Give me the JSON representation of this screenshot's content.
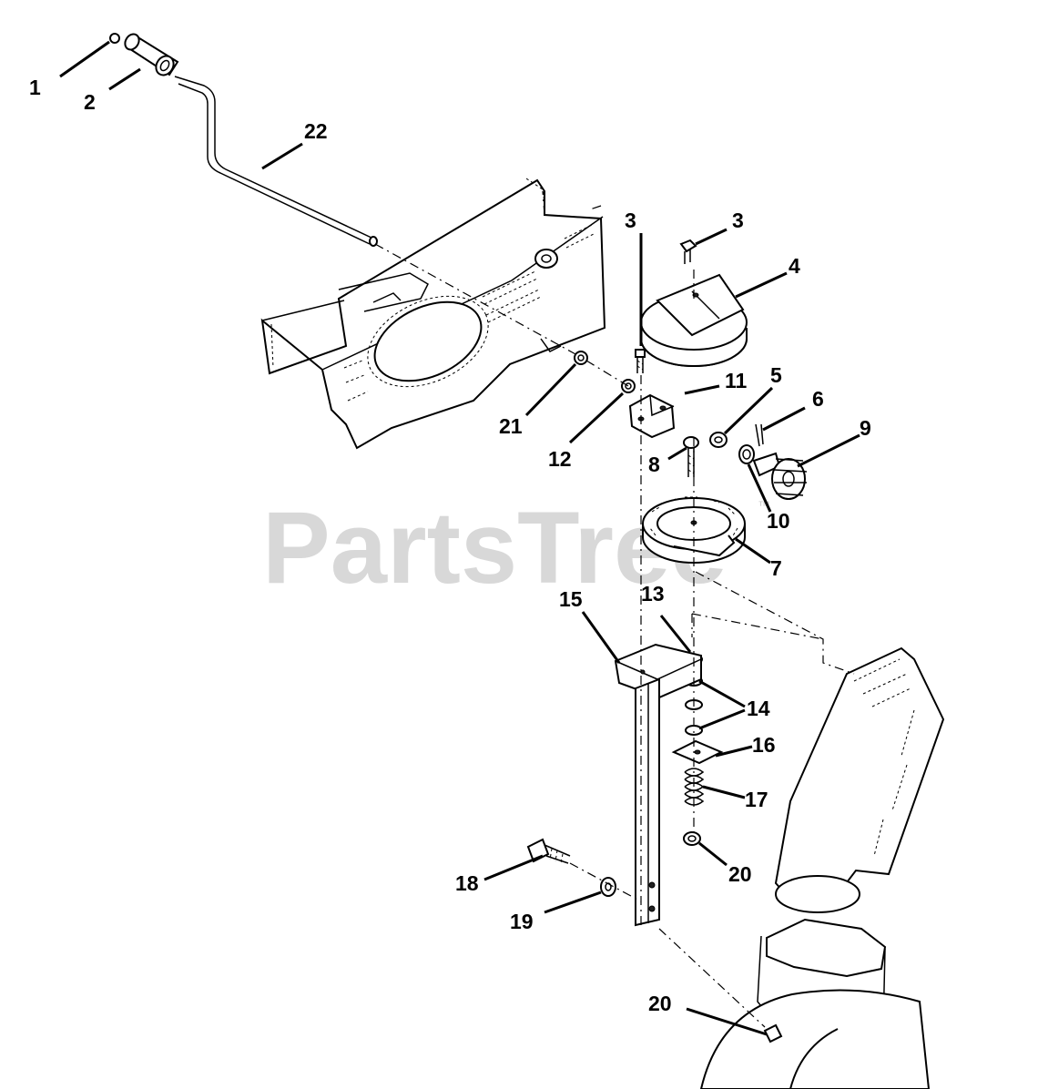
{
  "watermark": {
    "text": "PartsTree",
    "trademark": "™"
  },
  "callouts": [
    {
      "id": "c1",
      "label": "1"
    },
    {
      "id": "c2",
      "label": "2"
    },
    {
      "id": "c22",
      "label": "22"
    },
    {
      "id": "c3a",
      "label": "3"
    },
    {
      "id": "c3b",
      "label": "3"
    },
    {
      "id": "c4",
      "label": "4"
    },
    {
      "id": "c11",
      "label": "11"
    },
    {
      "id": "c5",
      "label": "5"
    },
    {
      "id": "c6",
      "label": "6"
    },
    {
      "id": "c9",
      "label": "9"
    },
    {
      "id": "c21",
      "label": "21"
    },
    {
      "id": "c12",
      "label": "12"
    },
    {
      "id": "c8",
      "label": "8"
    },
    {
      "id": "c10",
      "label": "10"
    },
    {
      "id": "c7",
      "label": "7"
    },
    {
      "id": "c15",
      "label": "15"
    },
    {
      "id": "c13",
      "label": "13"
    },
    {
      "id": "c14",
      "label": "14"
    },
    {
      "id": "c16",
      "label": "16"
    },
    {
      "id": "c17",
      "label": "17"
    },
    {
      "id": "c20a",
      "label": "20"
    },
    {
      "id": "c18",
      "label": "18"
    },
    {
      "id": "c19",
      "label": "19"
    },
    {
      "id": "c20b",
      "label": "20"
    }
  ]
}
